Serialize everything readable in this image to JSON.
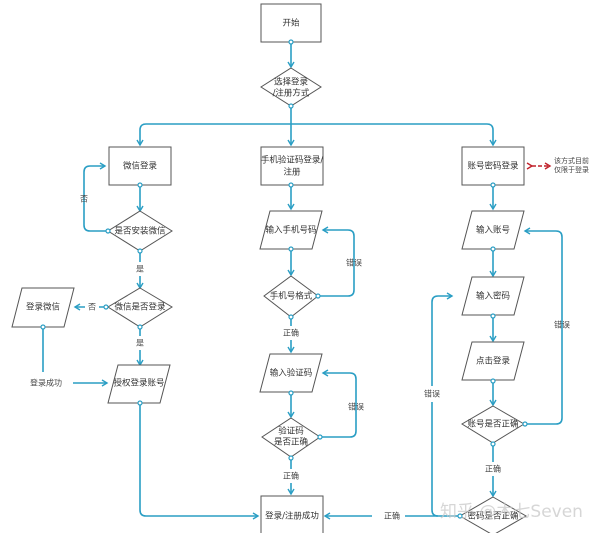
{
  "colors": {
    "edge": "#2a9ec4",
    "shape_stroke": "#555555",
    "note_arrow": "#c0202a",
    "text": "#333333"
  },
  "nodes": {
    "start": "开始",
    "choose_method": [
      "选择登录",
      "/注册方式"
    ],
    "wechat_login": "微信登录",
    "phone_login": [
      "手机验证码登录/",
      "注册"
    ],
    "account_login": "账号密码登录",
    "wechat_installed": "是否安装微信",
    "wechat_logged_in": "微信是否登录",
    "login_wechat": "登录微信",
    "authorize_account": "授权登录账号",
    "input_phone": "输入手机号码",
    "phone_format": "手机号格式",
    "input_code": "输入验证码",
    "code_correct": [
      "验证码",
      "是否正确"
    ],
    "input_account": "输入账号",
    "input_password": "输入密码",
    "click_login": "点击登录",
    "account_correct": "账号是否正确",
    "password_correct": "密码是否正确",
    "success": "登录/注册成功"
  },
  "labels": {
    "no_installed": "否",
    "yes_installed": "是",
    "no_logged": "否",
    "yes_logged": "是",
    "wechat_login_success": "登录成功",
    "phone_error": "错误",
    "phone_ok": "正确",
    "code_error": "错误",
    "code_ok": "正确",
    "account_error": "错误",
    "account_ok": "正确",
    "password_error": "错误",
    "password_ok": "正确"
  },
  "note": [
    "该方式目前",
    "仅限于登录"
  ],
  "watermark": "知乎 @木七Seven"
}
